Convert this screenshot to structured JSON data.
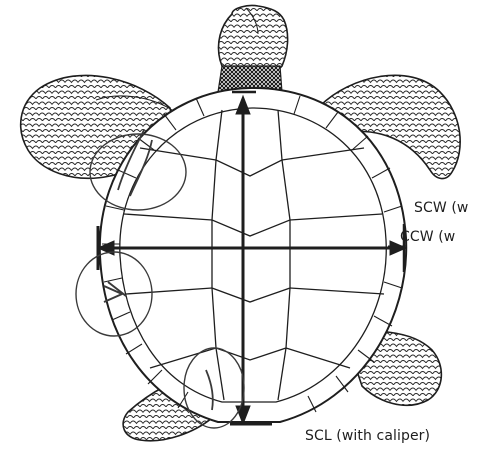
{
  "diagram": {
    "labels": {
      "scw": "SCW (w",
      "ccw": "CCW (w",
      "scl": "SCL (with caliper)"
    },
    "colors": {
      "ink": "#1e1e1e",
      "paper": "#ffffff",
      "pencil": "#3a3a3a"
    },
    "icons": [
      "turtle-head-icon",
      "turtle-shell-icon",
      "flipper-icon",
      "measurement-arrow-icon",
      "tag-check-circle-icon"
    ]
  }
}
